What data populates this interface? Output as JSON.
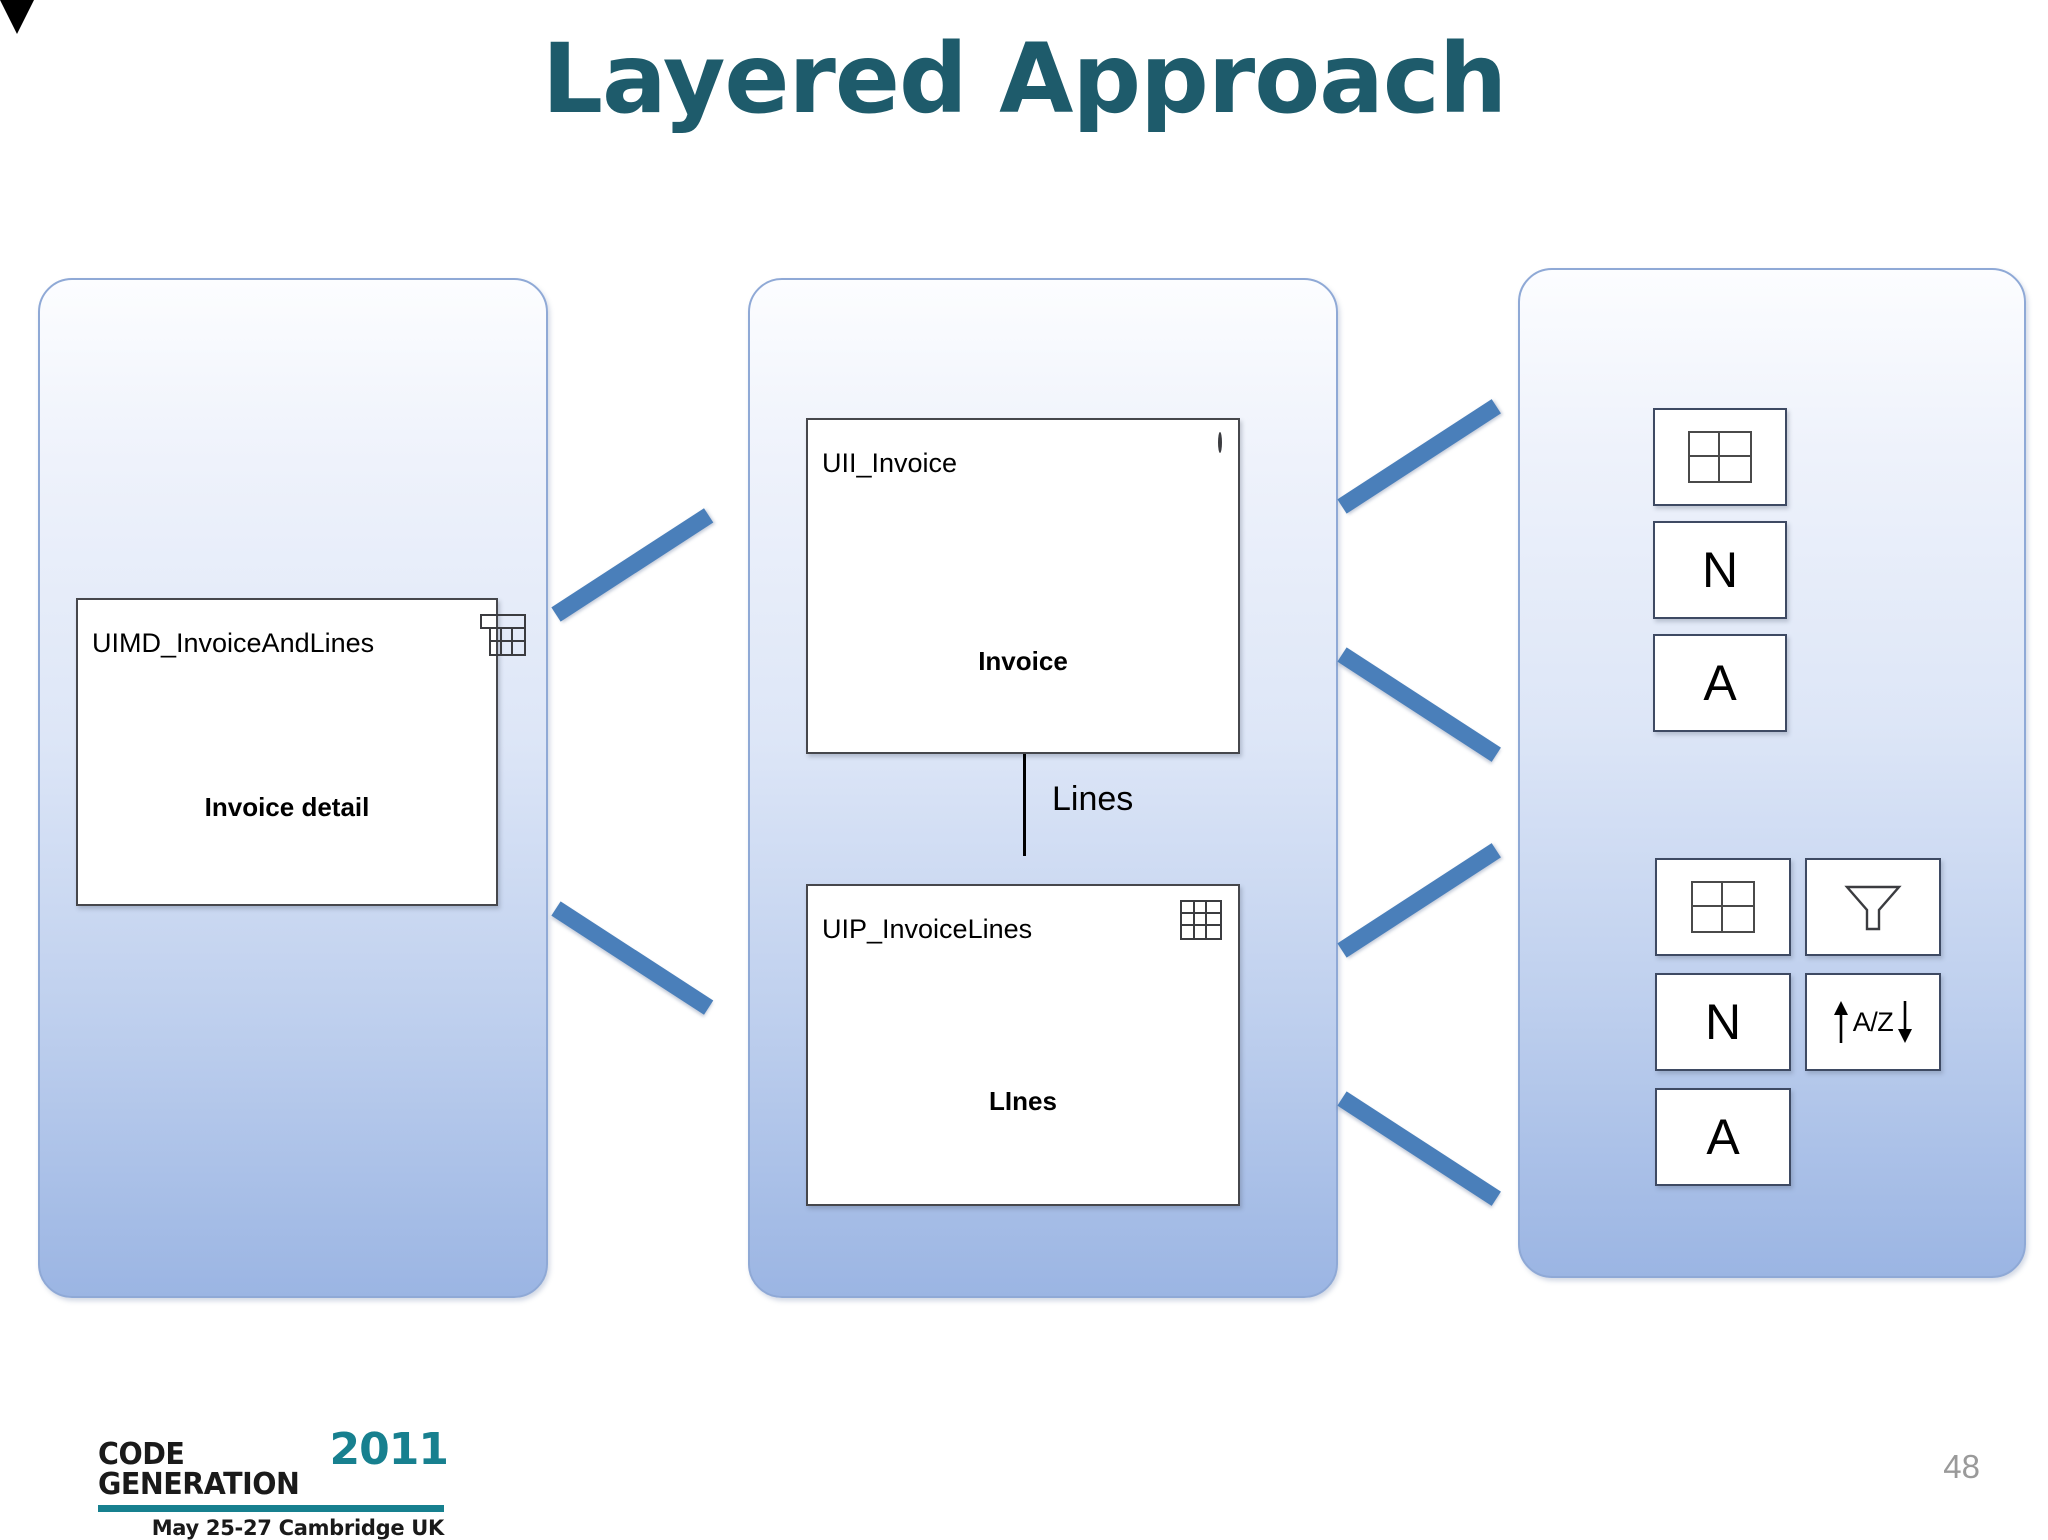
{
  "slide": {
    "title": "Layered Approach",
    "page_number": "48",
    "title_color": "#1e5b6b"
  },
  "layers": {
    "presentation": {
      "name": "presentation-layer-panel"
    },
    "logic": {
      "name": "logic-layer-panel"
    },
    "widgets": {
      "name": "widget-layer-panel"
    }
  },
  "boxes": [
    {
      "id": "uimd",
      "name": "UIMD_InvoiceAndLines",
      "caption": "Invoice detail",
      "icon": "master-detail-grid-icon"
    },
    {
      "id": "uii",
      "name": "UII_Invoice",
      "caption": "Invoice",
      "icon": "circle-icon"
    },
    {
      "id": "uip",
      "name": "UIP_InvoiceLines",
      "caption": "LInes",
      "icon": "grid-3x3-icon"
    }
  ],
  "association": {
    "label": "Lines",
    "from": "UII_Invoice",
    "to": "UIP_InvoiceLines",
    "arrow": "down-arrow-icon"
  },
  "widget_groups": [
    {
      "id": "group-top",
      "cards": [
        {
          "id": "w-grid-top",
          "kind": "grid-2x2-icon",
          "label": ""
        },
        {
          "id": "w-number-top",
          "kind": "letter",
          "label": "N"
        },
        {
          "id": "w-alpha-top",
          "kind": "letter",
          "label": "A"
        }
      ]
    },
    {
      "id": "group-bottom",
      "cards": [
        {
          "id": "w-grid-bottom",
          "kind": "grid-2x2-icon",
          "label": ""
        },
        {
          "id": "w-filter-bottom",
          "kind": "funnel-icon",
          "label": ""
        },
        {
          "id": "w-number-bottom",
          "kind": "letter",
          "label": "N"
        },
        {
          "id": "w-sort-bottom",
          "kind": "sort-az-icon",
          "label": "A/Z"
        },
        {
          "id": "w-alpha-bottom",
          "kind": "letter",
          "label": "A"
        }
      ]
    }
  ],
  "connectors": [
    {
      "id": "conn-left-upper",
      "from": "presentation-layer-panel",
      "to": "logic-layer-panel"
    },
    {
      "id": "conn-left-lower",
      "from": "presentation-layer-panel",
      "to": "logic-layer-panel"
    },
    {
      "id": "conn-right-1",
      "from": "logic-layer-panel",
      "to": "widget-layer-panel"
    },
    {
      "id": "conn-right-2",
      "from": "logic-layer-panel",
      "to": "widget-layer-panel"
    },
    {
      "id": "conn-right-3",
      "from": "logic-layer-panel",
      "to": "widget-layer-panel"
    },
    {
      "id": "conn-right-4",
      "from": "logic-layer-panel",
      "to": "widget-layer-panel"
    }
  ],
  "footer": {
    "logo_words": "CODE GENERATION",
    "logo_year": "2011",
    "logo_subtitle": "May 25-27 Cambridge UK",
    "accent_color": "#17808f"
  }
}
